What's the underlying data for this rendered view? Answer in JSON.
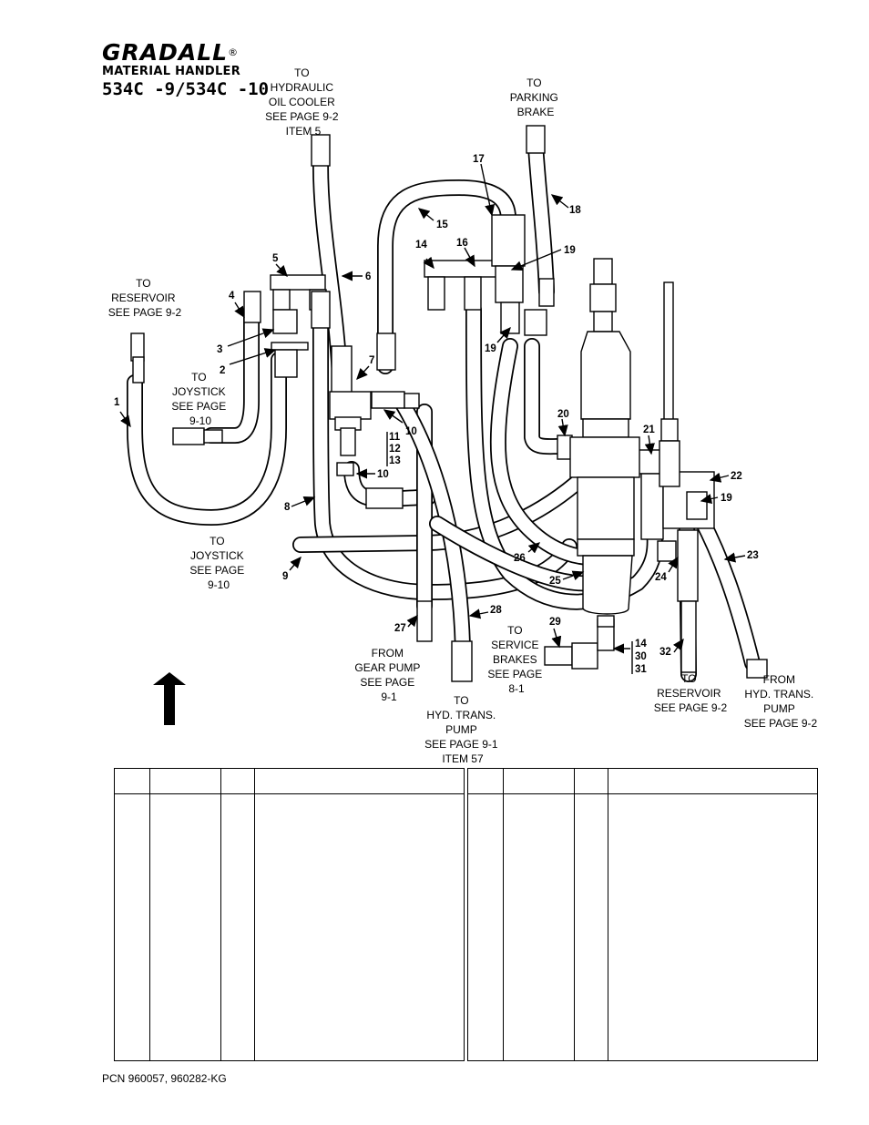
{
  "header": {
    "brand": "GRADALL",
    "registered": "®",
    "subtitle": "MATERIAL HANDLER",
    "models": "534C -9/534C -10"
  },
  "callouts": [
    {
      "id": "to-oil-cooler",
      "lines": [
        "TO",
        "HYDRAULIC",
        "OIL COOLER",
        "SEE PAGE 9-2",
        "ITEM 5"
      ]
    },
    {
      "id": "to-parking-brake",
      "lines": [
        "TO",
        "PARKING",
        "BRAKE"
      ]
    },
    {
      "id": "to-reservoir-left",
      "lines": [
        "TO",
        "RESERVOIR",
        "SEE PAGE 9-2"
      ]
    },
    {
      "id": "to-joystick-upper",
      "lines": [
        "TO",
        "JOYSTICK",
        "SEE PAGE",
        "9-10"
      ]
    },
    {
      "id": "to-joystick-lower",
      "lines": [
        "TO",
        "JOYSTICK",
        "SEE PAGE",
        "9-10"
      ]
    },
    {
      "id": "from-gear-pump",
      "lines": [
        "FROM",
        "GEAR  PUMP",
        "SEE PAGE",
        "9-1"
      ]
    },
    {
      "id": "to-hyd-trans-pump",
      "lines": [
        "TO",
        "HYD. TRANS.",
        "PUMP",
        "SEE PAGE 9-1",
        "ITEM 57"
      ]
    },
    {
      "id": "to-service-brakes",
      "lines": [
        "TO",
        "SERVICE",
        "BRAKES",
        "SEE PAGE",
        "8-1"
      ]
    },
    {
      "id": "to-reservoir-right",
      "lines": [
        "TO",
        "RESERVOIR",
        "SEE PAGE 9-2"
      ]
    },
    {
      "id": "from-hyd-trans-pump",
      "lines": [
        "FROM",
        "HYD. TRANS.",
        "PUMP",
        "SEE PAGE 9-2"
      ]
    }
  ],
  "item_numbers": [
    "1",
    "2",
    "3",
    "4",
    "5",
    "6",
    "7",
    "8",
    "9",
    "10",
    "10",
    "11",
    "12",
    "13",
    "14",
    "15",
    "16",
    "17",
    "18",
    "19",
    "19",
    "19",
    "20",
    "21",
    "22",
    "23",
    "24",
    "25",
    "26",
    "27",
    "28",
    "29",
    "14",
    "30",
    "31",
    "32"
  ],
  "parts_table": {
    "columns": [
      "",
      "",
      "",
      ""
    ],
    "rows": []
  },
  "footer": {
    "pcn": "PCN 960057, 960282-KG"
  }
}
